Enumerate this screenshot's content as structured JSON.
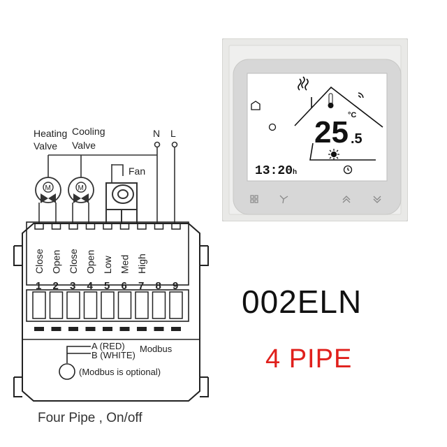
{
  "diagram": {
    "heating_valve_label": [
      "Heating",
      "Valve"
    ],
    "cooling_valve_label": [
      "Cooling",
      "Valve"
    ],
    "n_label": "N",
    "l_label": "L",
    "fan_label": "Fan",
    "motor_symbol": "M",
    "terminals": [
      {
        "num": "1",
        "name": "Close"
      },
      {
        "num": "2",
        "name": "Open"
      },
      {
        "num": "3",
        "name": "Close"
      },
      {
        "num": "4",
        "name": "Open"
      },
      {
        "num": "5",
        "name": "Low"
      },
      {
        "num": "6",
        "name": "Med"
      },
      {
        "num": "7",
        "name": "High"
      },
      {
        "num": "8",
        "name": ""
      },
      {
        "num": "9",
        "name": ""
      }
    ],
    "modbus_a": "A (RED)",
    "modbus_b": "B (WHITE)",
    "modbus_label": "Modbus",
    "modbus_optional": "(Modbus is optional)",
    "caption": "Four Pipe , On/off"
  },
  "thermostat": {
    "temperature_main": "25",
    "temperature_decimal": ".5",
    "temperature_unit": "°C",
    "time": "13:20",
    "time_suffix": "h"
  },
  "product": {
    "model": "002ELN",
    "type": "4 PIPE"
  }
}
